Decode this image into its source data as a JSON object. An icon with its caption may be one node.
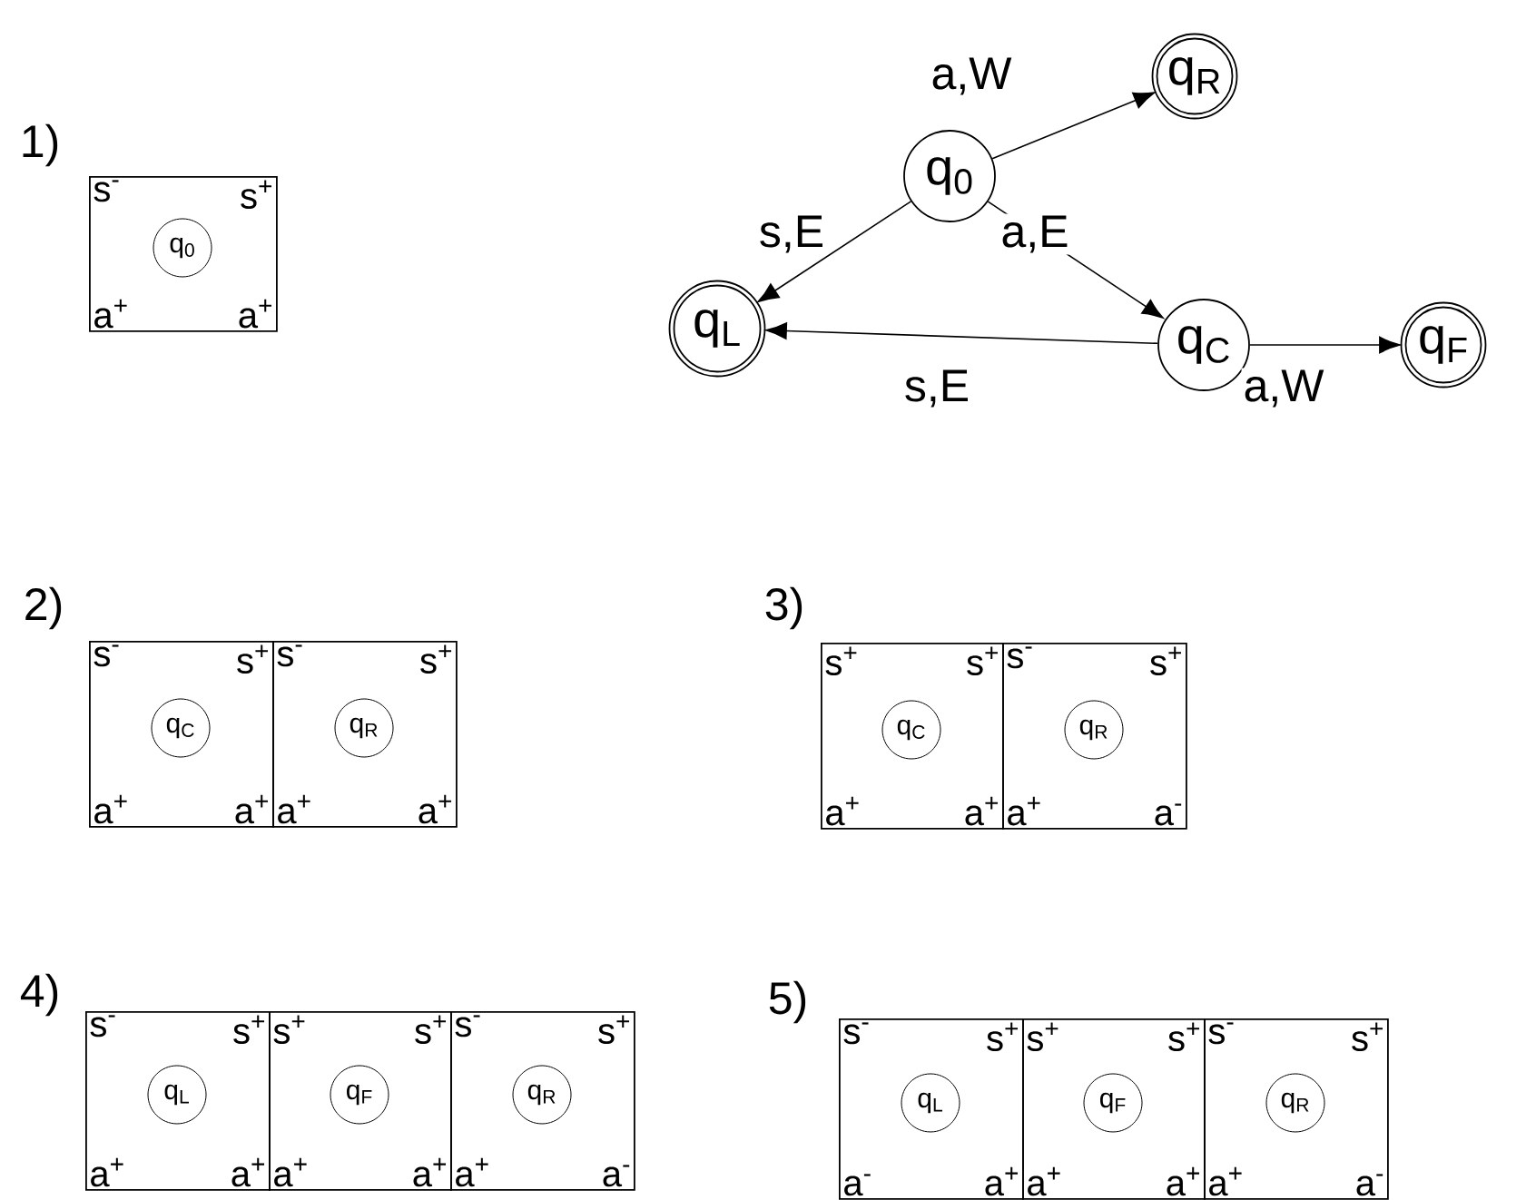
{
  "diagram": {
    "nodes": [
      {
        "text": [
          "q$_{0}$"
        ]
      },
      {
        "text": [
          "q$_{R}$"
        ]
      },
      {
        "text": [
          "q$_{L}$"
        ]
      },
      {
        "text": [
          "q$_{C}$"
        ]
      },
      {
        "text": [
          "q$_{F}$"
        ]
      },
      {
        "text": [
          "s$^{-}$",
          "s$^{+}$",
          "a$^{+}$",
          "a$^{+}$"
        ]
      },
      {
        "text": [
          "q$_{0}$"
        ],
        "in": 5
      },
      {
        "text": [
          "s$^{-}$",
          "s$^{+}$",
          "a$^{+}$",
          "a$^{+}$"
        ]
      },
      {
        "text": [
          "q$_{C}$"
        ],
        "in": 7
      },
      {
        "text": [
          "s$^{-}$",
          "s$^{+}$",
          "a$^{+}$",
          "a$^{+}$"
        ]
      },
      {
        "text": [
          "q$_{R}$"
        ],
        "in": 9
      },
      {
        "text": [
          "s$^{+}$",
          "s$^{+}$",
          "a$^{+}$",
          "a$^{+}$"
        ]
      },
      {
        "text": [
          "q$_{C}$"
        ],
        "in": 11
      },
      {
        "text": [
          "s$^{-}$",
          "s$^{+}$",
          "a$^{+}$",
          "a$^{-}$"
        ]
      },
      {
        "text": [
          "q$_{R}$"
        ],
        "in": 13
      },
      {
        "text": [
          "s$^{-}$",
          "s$^{+}$",
          "a$^{+}$",
          "a$^{+}$"
        ]
      },
      {
        "text": [
          "q$_{L}$"
        ],
        "in": 15
      },
      {
        "text": [
          "s$^{+}$",
          "s$^{+}$",
          "a$^{+}$",
          "a$^{+}$"
        ]
      },
      {
        "text": [
          "q$_{F}$"
        ],
        "in": 17
      },
      {
        "text": [
          "s$^{-}$",
          "s$^{+}$",
          "a$^{+}$",
          "a$^{-}$"
        ]
      },
      {
        "text": [
          "q$_{R}$"
        ],
        "in": 19
      },
      {
        "text": [
          "s$^{-}$",
          "s$^{+}$",
          "a$^{-}$",
          "a$^{+}$"
        ]
      },
      {
        "text": [
          "q$_{L}$"
        ],
        "in": 21
      },
      {
        "text": [
          "s$^{+}$",
          "s$^{+}$",
          "a$^{+}$",
          "a$^{+}$"
        ]
      },
      {
        "text": [
          "q$_{F}$"
        ],
        "in": 23
      },
      {
        "text": [
          "s$^{-}$",
          "s$^{+}$",
          "a$^{+}$",
          "a$^{-}$"
        ]
      },
      {
        "text": [
          "q$_{R}$"
        ],
        "in": 25
      }
    ],
    "edges": [
      {
        "from": 0,
        "to": 1,
        "arrow": "to",
        "label": "a,W"
      },
      {
        "from": 0,
        "to": 2,
        "arrow": "to",
        "label": "s,E"
      },
      {
        "from": 0,
        "to": 3,
        "arrow": "to",
        "label": "a,E"
      },
      {
        "from": 3,
        "to": 2,
        "arrow": "to",
        "label": "s,E"
      },
      {
        "from": 3,
        "to": 4,
        "arrow": "to",
        "label": "a,W"
      }
    ],
    "labels": [
      "1)",
      "2)",
      "3)",
      "4)",
      "5)"
    ]
  }
}
